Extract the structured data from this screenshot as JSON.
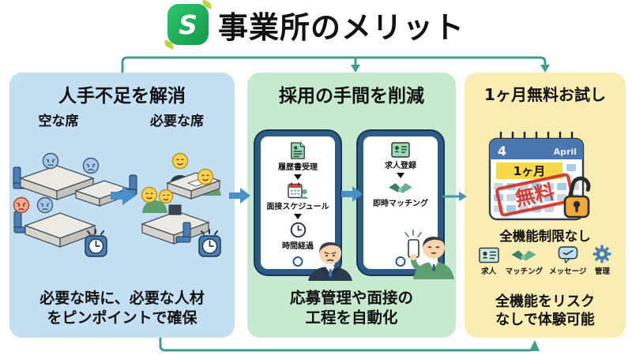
{
  "header": {
    "logo_letter": "S",
    "title": "事業所のメリット"
  },
  "colors": {
    "panel_blue": "#c5dff2",
    "panel_green": "#c6e9cf",
    "panel_yellow": "#f9edb4",
    "connector_teal": "#3f9e8e",
    "arrow_blue": "#4a8fc7",
    "logo_green": "#1fae57",
    "stamp_red": "#d5352c",
    "padlock_orange": "#f2a93b"
  },
  "panel_labor": {
    "title": "人手不足を解消",
    "empty_seat_label": "空な席",
    "needed_seat_label": "必要な席",
    "footer_line1": "必要な時に、必要な人材",
    "footer_line2": "をピンポイントで確保"
  },
  "panel_hiring": {
    "title": "採用の手間を削減",
    "phone_before": {
      "step1": "履歴書受理",
      "step2": "面接スケジュール",
      "step3": "時間経過"
    },
    "phone_after": {
      "step1": "求人登録",
      "step2": "即時マッチング"
    },
    "footer_line1": "応募管理や面接の",
    "footer_line2": "工程を自動化"
  },
  "panel_trial": {
    "title": "1ヶ月無料お試し",
    "calendar": {
      "day": "4",
      "month": "April",
      "period": "1ヶ月",
      "stamp": "無料"
    },
    "unlock_note": "全機能制限なし",
    "features": [
      {
        "label": "求人"
      },
      {
        "label": "マッチング"
      },
      {
        "label": "メッセージ"
      },
      {
        "label": "管理"
      }
    ],
    "footer_line1": "全機能をリスク",
    "footer_line2": "なしで体験可能"
  }
}
